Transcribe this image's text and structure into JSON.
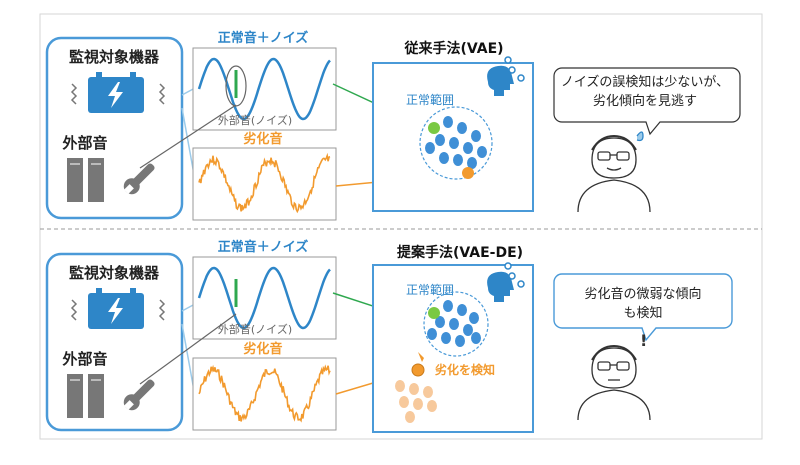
{
  "colors": {
    "blue": "#2e86c8",
    "light_blue": "#9ccbea",
    "orange": "#f29a2e",
    "green": "#2fa84f",
    "dot_blue": "#3f8fd6",
    "dot_orange": "#f7c99c",
    "gray": "#555555"
  },
  "top": {
    "device_title": "監視対象機器",
    "external_label": "外部音",
    "normal_signal_label": "正常音＋ノイズ",
    "noise_label": "外部音(ノイズ)",
    "degraded_label": "劣化音",
    "method_title": "従来手法(VAE)",
    "range_label": "正常範囲",
    "speech": "ノイズの誤検知は少ないが、劣化傾向を見逃す"
  },
  "bottom": {
    "device_title": "監視対象機器",
    "external_label": "外部音",
    "normal_signal_label": "正常音＋ノイズ",
    "noise_label": "外部音(ノイズ)",
    "degraded_label": "劣化音",
    "method_title": "提案手法(VAE-DE)",
    "range_label": "正常範囲",
    "detect_label": "劣化を検知",
    "speech": "劣化音の微弱な傾向も検知"
  }
}
